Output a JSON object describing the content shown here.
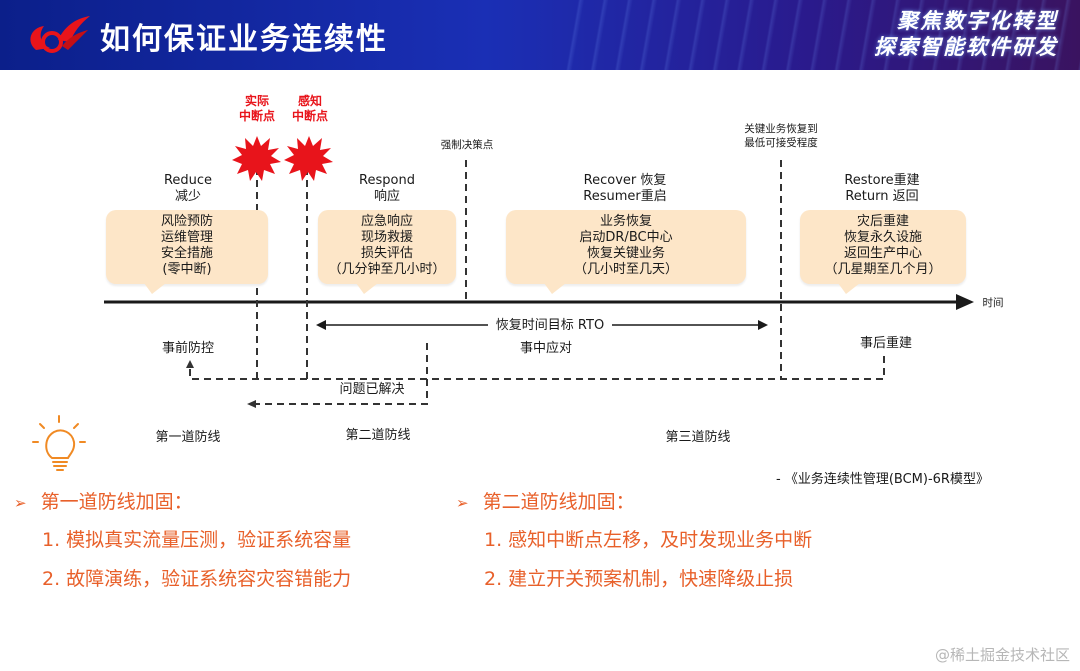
{
  "header": {
    "title": "如何保证业务连续性",
    "slogan_line1": "聚焦数字化转型",
    "slogan_line2": "探索智能软件研发"
  },
  "interrupt_points": {
    "actual": {
      "line1": "实际",
      "line2": "中断点"
    },
    "perceived": {
      "line1": "感知",
      "line2": "中断点"
    }
  },
  "markers": {
    "forced_decision": "强制决策点",
    "min_acceptable_line1": "关键业务恢复到",
    "min_acceptable_line2": "最低可接受程度",
    "time_axis": "时间"
  },
  "phases": [
    {
      "title1": "Reduce",
      "title2": "减少",
      "items": [
        "风险预防",
        "运维管理",
        "安全措施",
        "(零中断)"
      ]
    },
    {
      "title1": "Respond",
      "title2": "响应",
      "items": [
        "应急响应",
        "现场救援",
        "损失评估",
        "（几分钟至几小时）"
      ]
    },
    {
      "title1": "Recover 恢复",
      "title2": "Resumer重启",
      "items": [
        "业务恢复",
        "启动DR/BC中心",
        "恢复关键业务",
        "（几小时至几天）"
      ]
    },
    {
      "title1": "Restore重建",
      "title2": "Return 返回",
      "items": [
        "灾后重建",
        "恢复永久设施",
        "返回生产中心",
        "（几星期至几个月）"
      ]
    }
  ],
  "flow": {
    "rto": "恢复时间目标 RTO",
    "pre_control": "事前防控",
    "in_response": "事中应对",
    "post_rebuild": "事后重建",
    "resolved": "问题已解决"
  },
  "defense_lines": [
    "第一道防线",
    "第二道防线",
    "第三道防线"
  ],
  "source": "- 《业务连续性管理(BCM)-6R模型》",
  "measures": {
    "first": {
      "heading": "第一道防线加固：",
      "items": [
        "1. 模拟真实流量压测，验证系统容量",
        "2. 故障演练，验证系统容灾容错能力"
      ]
    },
    "second": {
      "heading": "第二道防线加固：",
      "items": [
        "1. 感知中断点左移，及时发现业务中断",
        "2. 建立开关预案机制，快速降级止损"
      ]
    }
  },
  "watermark": "@稀土掘金技术社区",
  "colors": {
    "accent": "#e8602a",
    "alert": "#e8141b",
    "bubble": "#fde6c8",
    "header": "#1a2fb5"
  },
  "icons": {
    "bulb": "lightbulb-icon",
    "arrow": "arrow-right-icon"
  }
}
